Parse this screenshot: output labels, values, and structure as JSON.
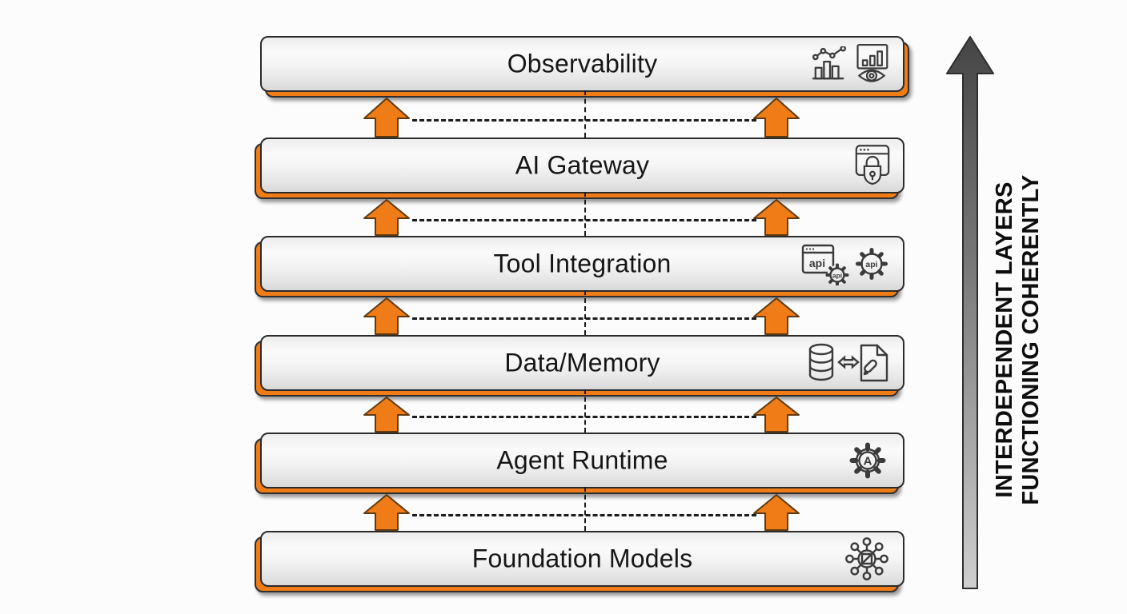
{
  "layers": [
    {
      "label": "Observability",
      "icons": [
        "analytics-chart-icon",
        "report-eye-icon"
      ]
    },
    {
      "label": "AI Gateway",
      "icons": [
        "secure-window-lock-icon"
      ]
    },
    {
      "label": "Tool Integration",
      "icons": [
        "api-window-gear-icon",
        "api-gear-icon"
      ]
    },
    {
      "label": "Data/Memory",
      "icons": [
        "database-sync-document-icon"
      ]
    },
    {
      "label": "Agent Runtime",
      "icons": [
        "agent-gear-icon"
      ]
    },
    {
      "label": "Foundation Models",
      "icons": [
        "network-node-icon"
      ]
    }
  ],
  "side_note": {
    "line1": "INTERDEPENDENT LAYERS",
    "line2": "FUNCTIONING COHERENTLY"
  },
  "icon_texts": {
    "api": "api",
    "agent_initial": "A"
  },
  "colors": {
    "accent_orange": "#F07C18",
    "bar_border": "#2b2b2b",
    "big_arrow_top": "#454545",
    "big_arrow_bottom": "#cfcfcf",
    "dash": "#1c1c1c"
  }
}
